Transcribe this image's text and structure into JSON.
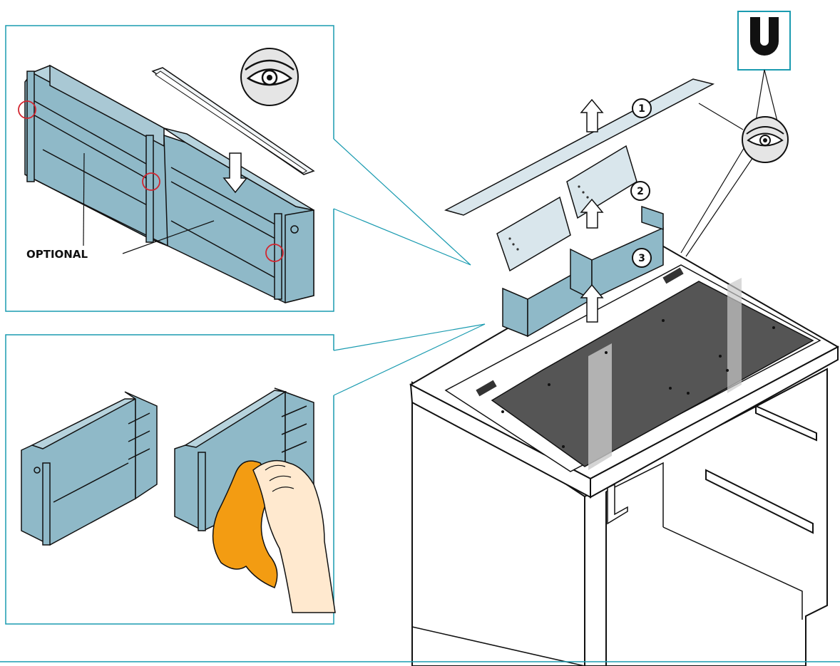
{
  "panels": {
    "top_detail": {
      "callout_text": "OPTIONAL"
    },
    "bottom_detail": {}
  },
  "steps": [
    "1",
    "2",
    "3"
  ],
  "icons": [
    "eye-icon",
    "magnet-icon",
    "arrow-up-icon",
    "arrow-down-icon",
    "hand-with-cloth-icon"
  ],
  "colors": {
    "frame_line": "#1a9bb0",
    "part_fill": "#8fb9c8",
    "part_fill_light": "#b7d3dd",
    "glass_fill": "#d9e6ec",
    "hob_fill": "#555555",
    "cloth": "#f39c12",
    "skin": "#ffe9cf",
    "marker_red": "#d22630"
  }
}
